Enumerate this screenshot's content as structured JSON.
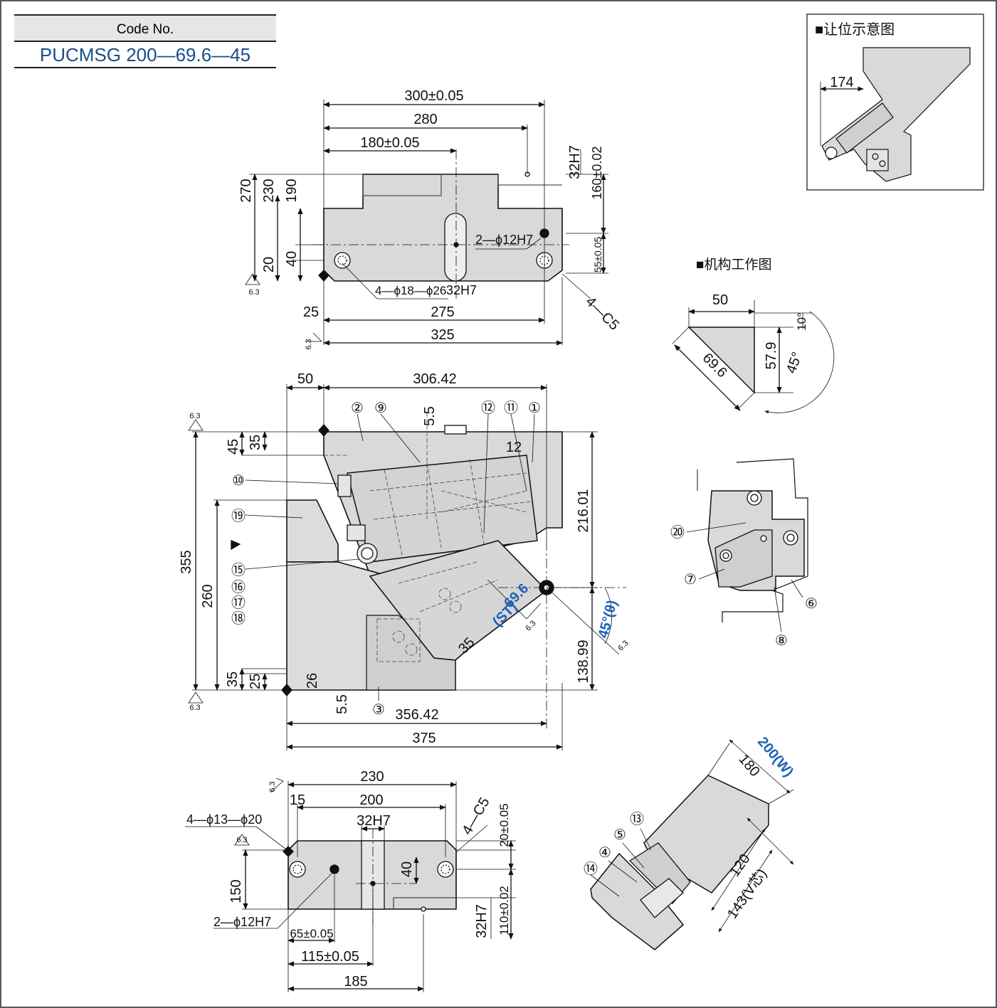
{
  "code_box": {
    "label": "Code No.",
    "value": "PUCMSG 200—69.6—45"
  },
  "top_view": {
    "d_300": "300±0.05",
    "d_280": "280",
    "d_180": "180±0.05",
    "d_270": "270",
    "d_230": "230",
    "d_190": "190",
    "d_40": "40",
    "d_20": "20",
    "d_32H7_v": "32H7",
    "d_160": "160±0.02",
    "d_55": "55±0.05",
    "hole_pins": "2—ϕ12H7",
    "holes_bolts": "4—ϕ18—ϕ26",
    "d_32H7_h": "32H7",
    "chamfer": "4—C5",
    "d_25": "25",
    "d_275": "275",
    "d_325": "325",
    "rough_a": "6.3",
    "rough_b": "6.3"
  },
  "front_view": {
    "d_50": "50",
    "d_306": "306.42",
    "d_5_5_top": "5.5",
    "d_12": "12",
    "d_45": "45",
    "d_35_top": "35",
    "d_355": "355",
    "d_260": "260",
    "d_216": "216.01",
    "d_138": "138.99",
    "d_35_bot": "35",
    "d_25": "25",
    "d_26": "26",
    "d_5_5_bot": "5.5",
    "d_356": "356.42",
    "d_375": "375",
    "d_35_slide": "35",
    "d_69_6": "69.6",
    "st": "(ST)",
    "angle": "45°(θ)",
    "rough_1": "6.3",
    "rough_2": "6.3",
    "rough_3": "6.3",
    "rough_4": "6.3",
    "balloons": [
      "②",
      "⑨",
      "⑫",
      "⑪",
      "①",
      "⑩",
      "⑲",
      "⑮",
      "⑯",
      "⑰",
      "⑱",
      "③"
    ]
  },
  "bottom_view": {
    "d_230": "230",
    "d_15": "15",
    "d_200": "200",
    "d_32H7_top": "32H7",
    "holes": "4—ϕ13—ϕ20",
    "chamfer": "4—C5",
    "d_20": "20±0.05",
    "d_40": "40",
    "d_150": "150",
    "pins": "2—ϕ12H7",
    "d_65": "65±0.05",
    "d_115": "115±0.05",
    "d_185": "185",
    "d_32H7_v": "32H7",
    "d_110": "110±0.02",
    "rough_1": "6.3",
    "rough_2": "6.3"
  },
  "clearance": {
    "title": "■让位示意图",
    "d_174": "174"
  },
  "mechanism": {
    "title": "■机构工作图",
    "d_50": "50",
    "d_69_6": "69.6",
    "d_57_9": "57.9",
    "d_10": "10°",
    "d_45": "45°"
  },
  "detail": {
    "balloons": [
      "⑳",
      "⑦",
      "⑧",
      "⑥"
    ]
  },
  "iso_view": {
    "d_200w": "200(W)",
    "d_180": "180",
    "d_120": "120",
    "d_143v": "143(V芯)",
    "balloons": [
      "⑬",
      "⑤",
      "④",
      "⑭"
    ]
  }
}
